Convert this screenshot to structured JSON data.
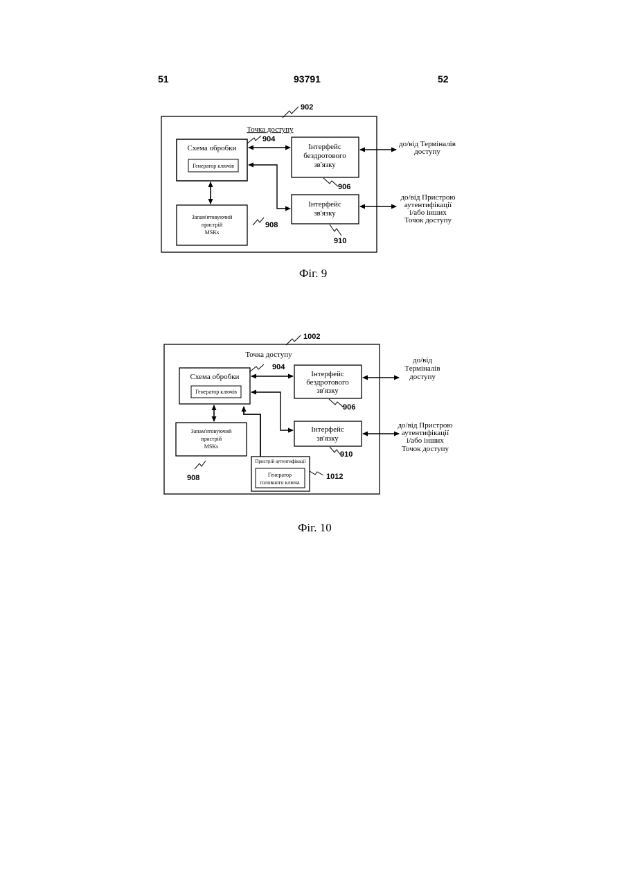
{
  "header": {
    "left_page": "51",
    "patent_number": "93791",
    "right_page": "52"
  },
  "fig9": {
    "container_ref": "902",
    "container_label": "Точка доступу",
    "processing": {
      "label": "Схема обробки",
      "inner": "Генератор ключів",
      "ref": "904"
    },
    "wireless": {
      "lines": [
        "Інтерфейс",
        "бездротового",
        "зв'язку"
      ],
      "ref": "906"
    },
    "comm": {
      "lines": [
        "Інтерфейс",
        "зв'язку"
      ],
      "ref": "910"
    },
    "storage": {
      "lines": [
        "Запам'ятовуючий",
        "пристрій",
        "MSKs"
      ],
      "ref": "908"
    },
    "ext_terminals": [
      "до/від Терміналів",
      "доступу"
    ],
    "ext_auth": [
      "до/від Пристрою",
      "аутентифікації",
      "і/або інших",
      "Точок доступу"
    ],
    "caption": "Фіг. 9"
  },
  "fig10": {
    "container_ref": "1002",
    "container_label": "Точка доступу",
    "processing": {
      "label": "Схема обробки",
      "inner": "Генератор ключів",
      "ref": "904"
    },
    "wireless": {
      "lines": [
        "Інтерфейс",
        "бездротового",
        "зв'язку"
      ],
      "ref": "906"
    },
    "comm": {
      "lines": [
        "Інтерфейс",
        "зв'язку"
      ],
      "ref": "910"
    },
    "storage": {
      "lines": [
        "Запам'ятовуючий",
        "пристрій",
        "MSKs"
      ],
      "ref": "908"
    },
    "auth_device": {
      "label": "Пристрій аутентифікації",
      "inner_lines": [
        "Генератор",
        "головного ключа"
      ],
      "ref": "1012"
    },
    "ext_terminals": [
      "до/від",
      "Терміналів",
      "доступу"
    ],
    "ext_auth": [
      "до/від Пристрою",
      "аутентифікації",
      "і/або інших",
      "Точок доступу"
    ],
    "caption": "Фіг. 10"
  }
}
